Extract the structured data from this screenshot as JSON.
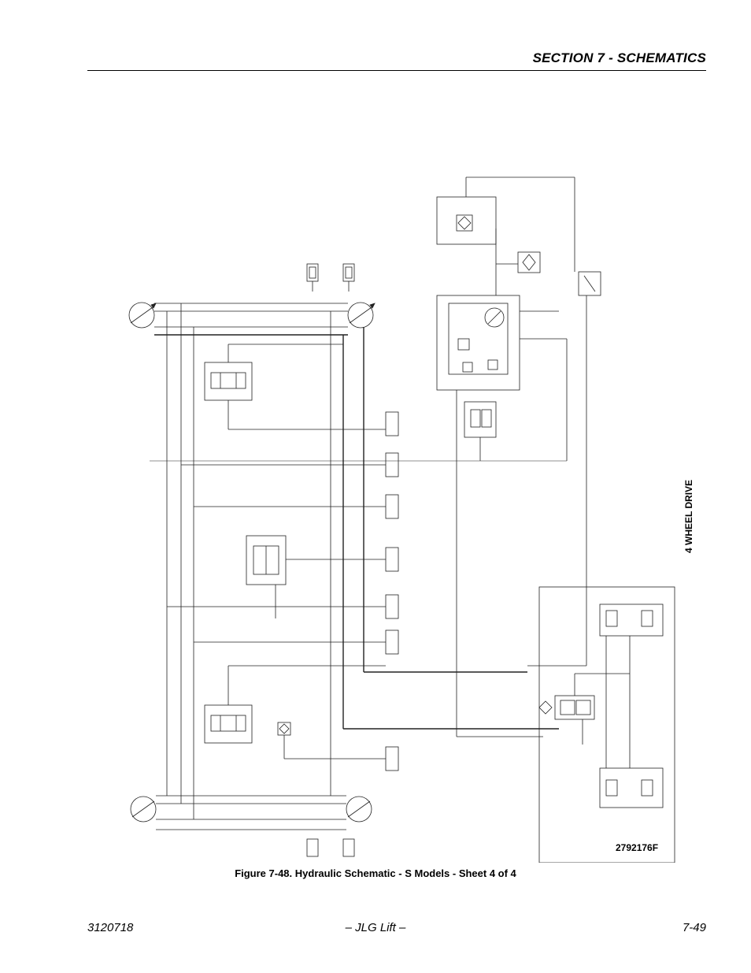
{
  "header": {
    "section_title": "SECTION 7 - SCHEMATICS"
  },
  "side_label": "4 WHEEL DRIVE",
  "drawing_number": "2792176F",
  "figure_caption": "Figure 7-48.  Hydraulic Schematic - S Models - Sheet 4 of 4",
  "footer": {
    "doc_number": "3120718",
    "publisher": "– JLG Lift –",
    "page_number": "7-49"
  }
}
